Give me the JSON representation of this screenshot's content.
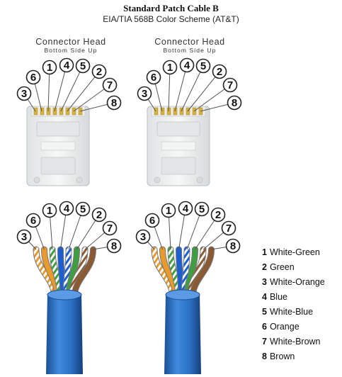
{
  "title": "Standard Patch Cable B",
  "subtitle": "EIA/TIA 568B Color Scheme (AT&T)",
  "connector_label": {
    "line1": "Connector Head",
    "line2": "Bottom Side Up"
  },
  "pin_numbers": [
    "3",
    "6",
    "1",
    "4",
    "5",
    "2",
    "7",
    "8"
  ],
  "legend": [
    {
      "num": "1",
      "label": "White-Green"
    },
    {
      "num": "2",
      "label": "Green"
    },
    {
      "num": "3",
      "label": "White-Orange"
    },
    {
      "num": "4",
      "label": "Blue"
    },
    {
      "num": "5",
      "label": "White-Blue"
    },
    {
      "num": "6",
      "label": "Orange"
    },
    {
      "num": "7",
      "label": "White-Brown"
    },
    {
      "num": "8",
      "label": "Brown"
    }
  ],
  "colors": {
    "cable_blue": "#2b73c8",
    "orange": "#e89a2c",
    "green": "#3f9d42",
    "blue": "#1c5fd0",
    "brown": "#8a5a33",
    "white": "#ffffff"
  }
}
